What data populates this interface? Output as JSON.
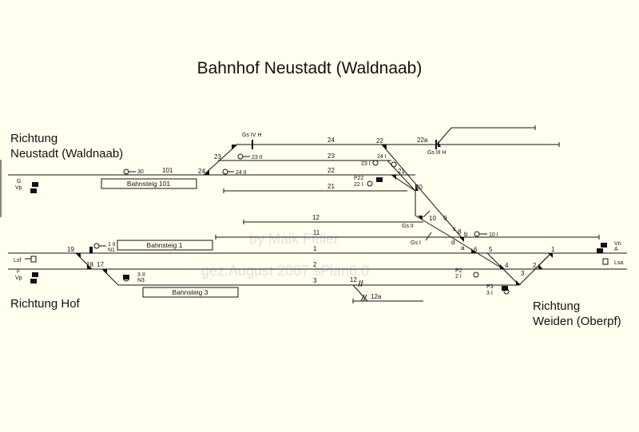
{
  "title": "Bahnhof Neustadt (Waldnaab)",
  "directions": {
    "neustadt": [
      "Richtung",
      "Neustadt  (Waldnaab)"
    ],
    "hof": "Richtung Hof",
    "weiden": [
      "Richtung",
      "Weiden (Oberpf)"
    ]
  },
  "watermark": [
    "by Maik Feller",
    "gez.August 2007 sPlan6.0"
  ],
  "platforms": {
    "p101": "Bahnsteig 101",
    "p1": "Bahnsteig 1",
    "p3": "Bahnsteig 3"
  },
  "tracks": {
    "t1": "1",
    "t2": "2",
    "t3": "3",
    "t11": "11",
    "t12": "12",
    "t21": "21",
    "t22": "22",
    "t23": "23",
    "t24": "24",
    "t101": "101",
    "t12a": "12a"
  },
  "switches": {
    "w1": "1",
    "w2": "2",
    "w3": "3",
    "w4": "4",
    "w5": "5",
    "w6": "6",
    "w7": "a",
    "w8": "8",
    "w8b": "b",
    "w9": "9",
    "w10": "10",
    "wc": "c",
    "wd": "d",
    "w17": "17",
    "w18": "18",
    "w19": "19",
    "w20": "20",
    "w21": "21",
    "w22": "22",
    "w22b": "22",
    "w23": "23",
    "w24": "24",
    "w24b": "24",
    "w22a": "22a"
  },
  "signals": {
    "gsIVH": "Gs IV H",
    "gsIIIH": "Gs III H",
    "gsII": "Gs II",
    "gsI": "Gs I",
    "s30": "30",
    "s24II": "24 II",
    "s23II": "23 II",
    "s24I": "24 I",
    "s23I": "23 I",
    "sP22": "P22",
    "s22I": "22 I",
    "s10I": "10 I",
    "s1II": "1 II",
    "sN1": "N1",
    "s3II": "3 II",
    "sN3": "N3",
    "sP2": "P2",
    "s2I": "2 I",
    "sP3": "P3",
    "s3I": "3 I",
    "sG": "G",
    "sVp1": "Vp",
    "sF": "F",
    "sVp2": "Vp",
    "sLsf": "Lsf",
    "sVn": "Vn",
    "sA": "A",
    "sLsa": "Lsa"
  },
  "colors": {
    "background": "#fffff0",
    "line": "#111111",
    "watermark": "#e6e2dc"
  }
}
